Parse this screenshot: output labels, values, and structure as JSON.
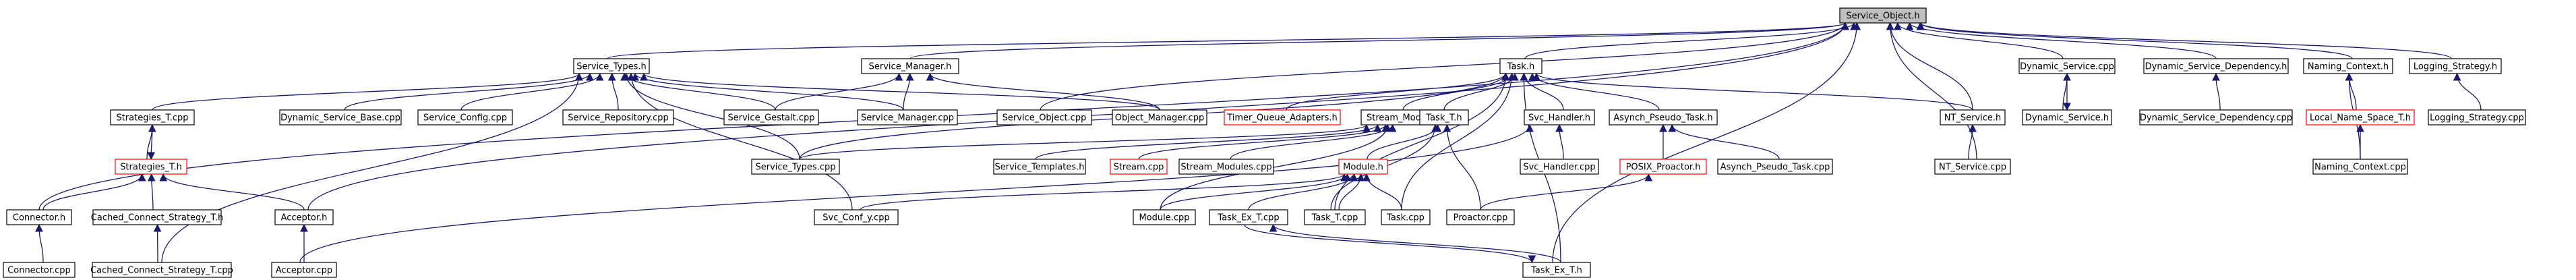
{
  "colors": {
    "edge": "#191970",
    "root_fill": "#bfbfbf",
    "missing_border": "#ff0000"
  },
  "nodes": [
    {
      "id": "service_object_h",
      "label": "Service_Object.h",
      "root": true
    },
    {
      "id": "service_types_h",
      "label": "Service_Types.h"
    },
    {
      "id": "service_manager_h",
      "label": "Service_Manager.h"
    },
    {
      "id": "task_h",
      "label": "Task.h"
    },
    {
      "id": "dynamic_service_cpp",
      "label": "Dynamic_Service.cpp"
    },
    {
      "id": "dynamic_service_dependency_h",
      "label": "Dynamic_Service_Dependency.h"
    },
    {
      "id": "naming_context_h",
      "label": "Naming_Context.h"
    },
    {
      "id": "logging_strategy_h",
      "label": "Logging_Strategy.h"
    },
    {
      "id": "strategies_t_cpp",
      "label": "Strategies_T.cpp"
    },
    {
      "id": "dynamic_service_base_cpp",
      "label": "Dynamic_Service_Base.cpp"
    },
    {
      "id": "service_config_cpp",
      "label": "Service_Config.cpp"
    },
    {
      "id": "service_repository_cpp",
      "label": "Service_Repository.cpp"
    },
    {
      "id": "service_gestalt_cpp",
      "label": "Service_Gestalt.cpp"
    },
    {
      "id": "service_manager_cpp",
      "label": "Service_Manager.cpp"
    },
    {
      "id": "service_object_cpp",
      "label": "Service_Object.cpp"
    },
    {
      "id": "object_manager_cpp",
      "label": "Object_Manager.cpp"
    },
    {
      "id": "timer_queue_adapters_h",
      "label": "Timer_Queue_Adapters.h",
      "missing": true
    },
    {
      "id": "stream_modules_h",
      "label": "Stream_Modules.h"
    },
    {
      "id": "task_t_h",
      "label": "Task_T.h"
    },
    {
      "id": "svc_handler_h",
      "label": "Svc_Handler.h"
    },
    {
      "id": "asynch_pseudo_task_h",
      "label": "Asynch_Pseudo_Task.h"
    },
    {
      "id": "nt_service_h",
      "label": "NT_Service.h"
    },
    {
      "id": "dynamic_service_h",
      "label": "Dynamic_Service.h"
    },
    {
      "id": "dynamic_service_dependency_cpp",
      "label": "Dynamic_Service_Dependency.cpp"
    },
    {
      "id": "local_name_space_t_h",
      "label": "Local_Name_Space_T.h",
      "missing": true
    },
    {
      "id": "logging_strategy_cpp",
      "label": "Logging_Strategy.cpp"
    },
    {
      "id": "strategies_t_h",
      "label": "Strategies_T.h",
      "missing": true
    },
    {
      "id": "service_types_cpp",
      "label": "Service_Types.cpp"
    },
    {
      "id": "service_templates_h",
      "label": "Service_Templates.h"
    },
    {
      "id": "stream_cpp",
      "label": "Stream.cpp",
      "missing": true
    },
    {
      "id": "stream_modules_cpp",
      "label": "Stream_Modules.cpp"
    },
    {
      "id": "module_h",
      "label": "Module.h",
      "missing": true
    },
    {
      "id": "svc_handler_cpp",
      "label": "Svc_Handler.cpp"
    },
    {
      "id": "posix_proactor_h",
      "label": "POSIX_Proactor.h",
      "missing": true
    },
    {
      "id": "asynch_pseudo_task_cpp",
      "label": "Asynch_Pseudo_Task.cpp"
    },
    {
      "id": "nt_service_cpp",
      "label": "NT_Service.cpp"
    },
    {
      "id": "naming_context_cpp",
      "label": "Naming_Context.cpp"
    },
    {
      "id": "connector_h",
      "label": "Connector.h"
    },
    {
      "id": "cached_connect_strategy_t_h",
      "label": "Cached_Connect_Strategy_T.h"
    },
    {
      "id": "acceptor_h",
      "label": "Acceptor.h"
    },
    {
      "id": "svc_conf_y_cpp",
      "label": "Svc_Conf_y.cpp"
    },
    {
      "id": "module_cpp",
      "label": "Module.cpp"
    },
    {
      "id": "task_ex_t_cpp",
      "label": "Task_Ex_T.cpp"
    },
    {
      "id": "task_t_cpp",
      "label": "Task_T.cpp"
    },
    {
      "id": "task_cpp",
      "label": "Task.cpp"
    },
    {
      "id": "proactor_cpp",
      "label": "Proactor.cpp"
    },
    {
      "id": "connector_cpp",
      "label": "Connector.cpp"
    },
    {
      "id": "cached_connect_strategy_t_cpp",
      "label": "Cached_Connect_Strategy_T.cpp"
    },
    {
      "id": "acceptor_cpp",
      "label": "Acceptor.cpp"
    },
    {
      "id": "task_ex_t_h",
      "label": "Task_Ex_T.h"
    }
  ],
  "edges": [
    [
      "service_types_h",
      "service_object_h"
    ],
    [
      "service_manager_h",
      "service_object_h"
    ],
    [
      "task_h",
      "service_object_h"
    ],
    [
      "dynamic_service_cpp",
      "service_object_h"
    ],
    [
      "dynamic_service_dependency_h",
      "service_object_h"
    ],
    [
      "naming_context_h",
      "service_object_h"
    ],
    [
      "logging_strategy_h",
      "service_object_h"
    ],
    [
      "connector_h",
      "service_object_h"
    ],
    [
      "acceptor_h",
      "service_object_h"
    ],
    [
      "service_object_cpp",
      "service_object_h"
    ],
    [
      "nt_service_h",
      "service_object_h"
    ],
    [
      "nt_service_cpp",
      "service_object_h"
    ],
    [
      "task_ex_t_h",
      "service_object_h"
    ],
    [
      "strategies_t_cpp",
      "service_types_h"
    ],
    [
      "dynamic_service_base_cpp",
      "service_types_h"
    ],
    [
      "service_config_cpp",
      "service_types_h"
    ],
    [
      "service_repository_cpp",
      "service_types_h"
    ],
    [
      "service_gestalt_cpp",
      "service_types_h"
    ],
    [
      "service_manager_cpp",
      "service_types_h"
    ],
    [
      "object_manager_cpp",
      "service_types_h"
    ],
    [
      "service_types_cpp",
      "service_types_h"
    ],
    [
      "svc_conf_y_cpp",
      "service_types_h"
    ],
    [
      "cached_connect_strategy_t_cpp",
      "service_types_h"
    ],
    [
      "service_gestalt_cpp",
      "service_manager_h"
    ],
    [
      "service_manager_cpp",
      "service_manager_h"
    ],
    [
      "object_manager_cpp",
      "service_manager_h"
    ],
    [
      "timer_queue_adapters_h",
      "task_h"
    ],
    [
      "stream_modules_h",
      "task_h"
    ],
    [
      "task_t_h",
      "task_h"
    ],
    [
      "svc_handler_h",
      "task_h"
    ],
    [
      "asynch_pseudo_task_h",
      "task_h"
    ],
    [
      "nt_service_h",
      "task_h"
    ],
    [
      "service_types_cpp",
      "task_h"
    ],
    [
      "task_cpp",
      "task_h"
    ],
    [
      "task_t_cpp",
      "task_h"
    ],
    [
      "task_ex_t_h",
      "task_h"
    ],
    [
      "dynamic_service_h",
      "dynamic_service_cpp"
    ],
    [
      "dynamic_service_cpp",
      "dynamic_service_h"
    ],
    [
      "dynamic_service_dependency_cpp",
      "dynamic_service_dependency_h"
    ],
    [
      "local_name_space_t_h",
      "naming_context_h"
    ],
    [
      "naming_context_cpp",
      "naming_context_h"
    ],
    [
      "logging_strategy_cpp",
      "logging_strategy_h"
    ],
    [
      "strategies_t_h",
      "strategies_t_cpp"
    ],
    [
      "strategies_t_cpp",
      "strategies_t_h"
    ],
    [
      "connector_h",
      "strategies_t_h"
    ],
    [
      "cached_connect_strategy_t_h",
      "strategies_t_h"
    ],
    [
      "acceptor_h",
      "strategies_t_h"
    ],
    [
      "service_types_cpp",
      "stream_modules_h"
    ],
    [
      "service_templates_h",
      "stream_modules_h"
    ],
    [
      "stream_cpp",
      "stream_modules_h"
    ],
    [
      "stream_modules_cpp",
      "stream_modules_h"
    ],
    [
      "module_cpp",
      "stream_modules_h"
    ],
    [
      "stream_modules_h",
      "task_t_h"
    ],
    [
      "module_h",
      "task_t_h"
    ],
    [
      "task_t_cpp",
      "task_t_h"
    ],
    [
      "proactor_cpp",
      "task_t_h"
    ],
    [
      "svc_handler_cpp",
      "svc_handler_h"
    ],
    [
      "acceptor_cpp",
      "svc_handler_h"
    ],
    [
      "posix_proactor_h",
      "asynch_pseudo_task_h"
    ],
    [
      "asynch_pseudo_task_cpp",
      "asynch_pseudo_task_h"
    ],
    [
      "nt_service_cpp",
      "nt_service_h"
    ],
    [
      "naming_context_cpp",
      "local_name_space_t_h"
    ],
    [
      "connector_cpp",
      "connector_h"
    ],
    [
      "cached_connect_strategy_t_cpp",
      "cached_connect_strategy_t_h"
    ],
    [
      "acceptor_cpp",
      "acceptor_h"
    ],
    [
      "svc_conf_y_cpp",
      "module_h"
    ],
    [
      "module_cpp",
      "module_h"
    ],
    [
      "task_ex_t_cpp",
      "module_h"
    ],
    [
      "task_t_cpp",
      "module_h"
    ],
    [
      "task_cpp",
      "module_h"
    ],
    [
      "proactor_cpp",
      "posix_proactor_h"
    ],
    [
      "task_ex_t_h",
      "task_ex_t_cpp"
    ],
    [
      "task_ex_t_cpp",
      "task_ex_t_h"
    ]
  ]
}
